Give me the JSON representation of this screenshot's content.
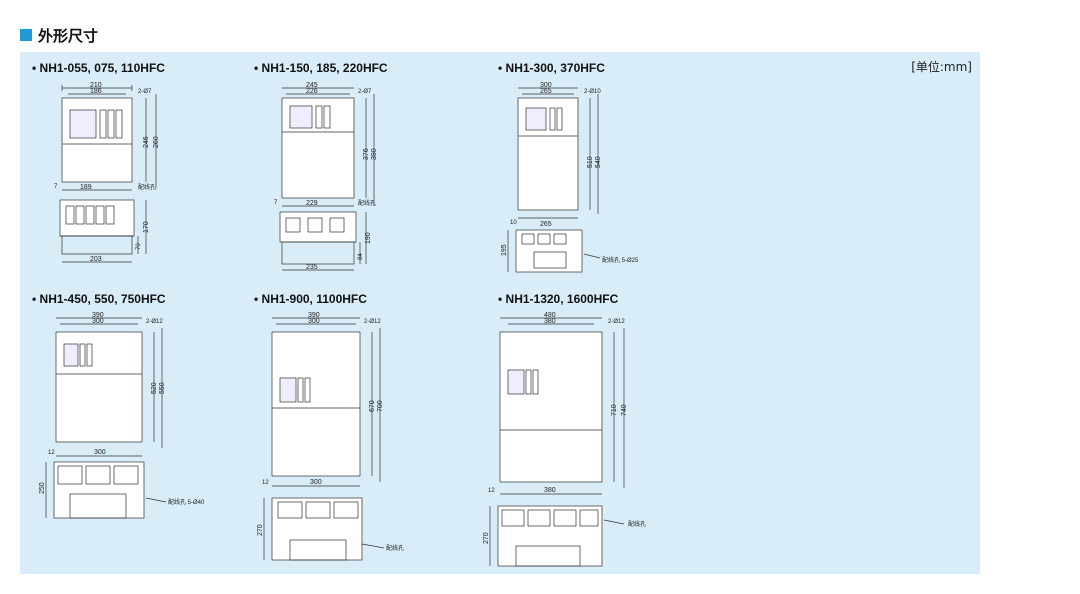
{
  "section": {
    "title": "外形尺寸",
    "unit": "[单位:mm]"
  },
  "hole_label": "配线孔",
  "models": [
    {
      "title": "• NH1-055, 075, 110HFC",
      "width_outer": "210",
      "width_inner": "186",
      "mount_hole": "2-Ø7",
      "height_inner": "246",
      "height_outer": "260",
      "bottom_width": "189",
      "bottom_offset": "7",
      "side_depth": "170",
      "side_depth2": "70",
      "side_width": "203",
      "hole_note": ""
    },
    {
      "title": "• NH1-150, 185, 220HFC",
      "width_outer": "245",
      "width_inner": "226",
      "mount_hole": "2-Ø7",
      "height_inner": "376",
      "height_outer": "390",
      "bottom_width": "229",
      "bottom_offset": "7",
      "side_depth": "190",
      "side_depth2": "84",
      "side_width": "235",
      "hole_note": ""
    },
    {
      "title": "• NH1-300, 370HFC",
      "width_outer": "300",
      "width_inner": "265",
      "mount_hole": "2-Ø10",
      "height_inner": "510",
      "height_outer": "540",
      "bottom_width": "265",
      "bottom_offset": "10",
      "side_depth": "195",
      "hole_note": "配线孔 5-Ø25"
    },
    {
      "title": "• NH1-450, 550, 750HFC",
      "width_outer": "390",
      "width_inner": "300",
      "mount_hole": "2-Ø12",
      "height_inner": "520",
      "height_outer": "550",
      "bottom_width": "300",
      "bottom_offset": "12",
      "side_depth": "250",
      "hole_note": "配线孔 5-Ø40"
    },
    {
      "title": "• NH1-900, 1100HFC",
      "width_outer": "390",
      "width_inner": "300",
      "mount_hole": "2-Ø12",
      "height_inner": "670",
      "height_outer": "700",
      "bottom_width": "300",
      "bottom_offset": "12",
      "side_depth": "270",
      "hole_note": ""
    },
    {
      "title": "• NH1-1320, 1600HFC",
      "width_outer": "480",
      "width_inner": "380",
      "mount_hole": "2-Ø12",
      "height_inner": "710",
      "height_outer": "740",
      "bottom_width": "380",
      "bottom_offset": "12",
      "side_depth": "270",
      "hole_note": ""
    }
  ]
}
